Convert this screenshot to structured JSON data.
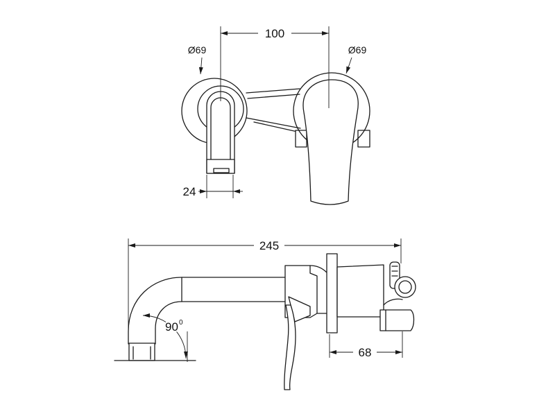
{
  "front_view": {
    "centers_distance": "100",
    "spout_rosette_diameter": "Ø69",
    "handle_rosette_diameter": "Ø69",
    "spout_width": "24"
  },
  "side_view": {
    "overall_length": "245",
    "spout_angle": "90",
    "spout_angle_superscript": "0",
    "wall_projection": "68"
  }
}
